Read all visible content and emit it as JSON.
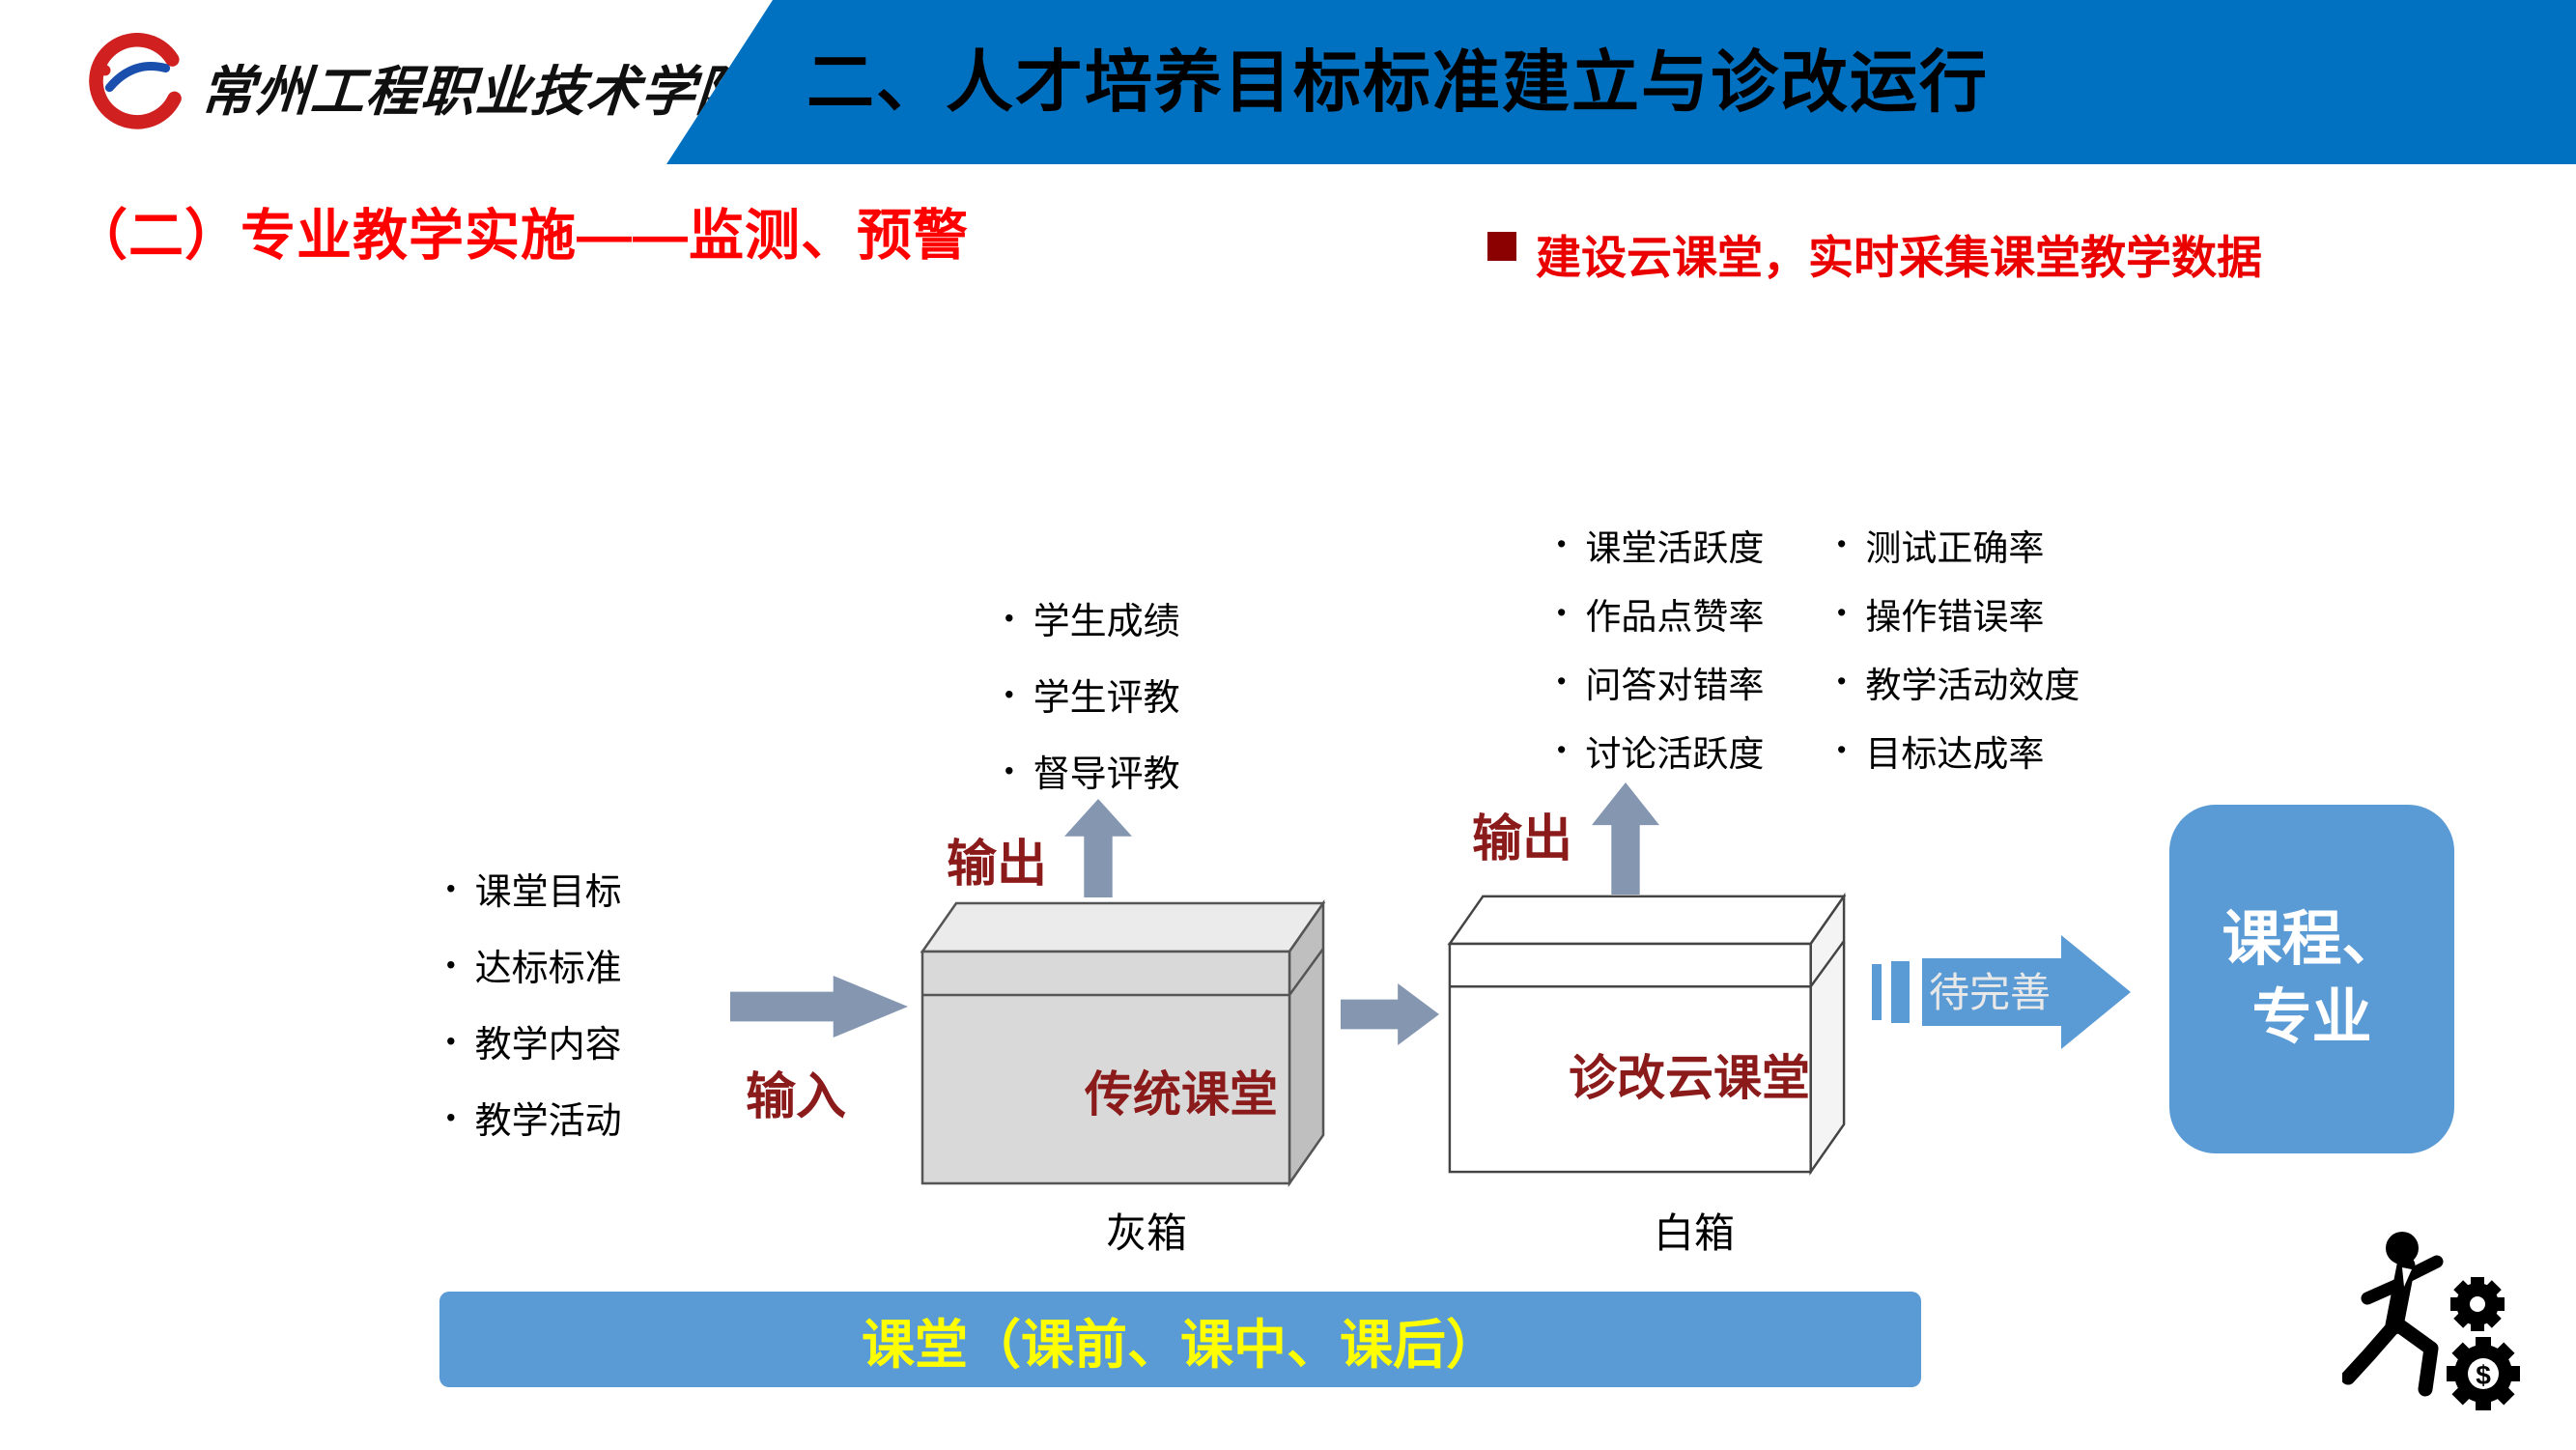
{
  "header": {
    "logo_text": "常州工程职业技术学院",
    "title": "二、人才培养目标标准建立与诊改运行"
  },
  "section": {
    "heading": "（二）专业教学实施——监测、预警",
    "note": "建设云课堂，实时采集课堂教学数据"
  },
  "diagram": {
    "input_label": "输入",
    "inputs": [
      "课堂目标",
      "达标标准",
      "教学内容",
      "教学活动"
    ],
    "traditional": {
      "output_label": "输出",
      "outputs": [
        "学生成绩",
        "学生评教",
        "督导评教"
      ],
      "name": "传统课堂",
      "caption": "灰箱"
    },
    "cloud": {
      "output_label": "输出",
      "outputs_col1": [
        "课堂活跃度",
        "作品点赞率",
        "问答对错率",
        "讨论活跃度"
      ],
      "outputs_col2": [
        "测试正确率",
        "操作错误率",
        "教学活动效度",
        "目标达成率"
      ],
      "name": "诊改云课堂",
      "caption": "白箱"
    },
    "pending_label": "待完善",
    "result": {
      "line1": "课程、",
      "line2": "专业"
    },
    "bottom_bar": "课堂（课前、课中、课后）",
    "dollar_sign": "$"
  },
  "colors": {
    "header_blue": "#0070C0",
    "accent_blue": "#5B9BD5",
    "arrow_blue_gray": "#8496B0",
    "dark_red": "#8B1A1A",
    "bullet_dark_red": "#8B0000",
    "bright_red": "#FF0000",
    "bar_text_yellow": "#FFFF00"
  }
}
